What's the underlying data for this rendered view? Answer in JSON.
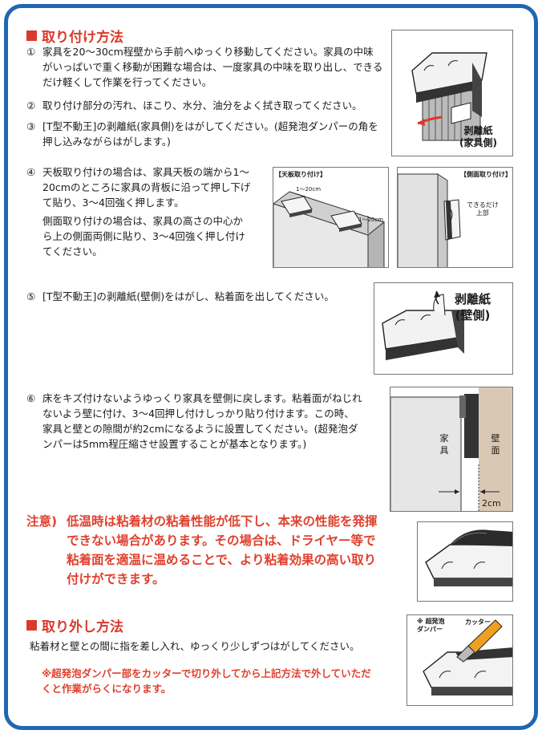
{
  "install": {
    "title": "取り付け方法",
    "step1": {
      "num": "①",
      "text": "家具を20〜30cm程壁から手前へゆっくり移動してください。家具の中味がいっぱいで重く移動が困難な場合は、一度家具の中味を取り出し、できるだけ軽くして作業を行ってください。"
    },
    "step2": {
      "num": "②",
      "text": "取り付け部分の汚れ、ほこり、水分、油分をよく拭き取ってください。"
    },
    "step3": {
      "num": "③",
      "text": "[T型不動王]の剥離紙(家具側)をはがしてください。(超発泡ダンパーの角を押し込みながらはがします。)"
    },
    "step4": {
      "num": "④",
      "text_a": "天板取り付けの場合は、家具天板の端から1〜20cmのところに家具の背板に沿って押し下げて貼り、3〜4回強く押します。",
      "text_b": "側面取り付けの場合は、家具の高さの中心から上の側面両側に貼り、3〜4回強く押し付けてください。"
    },
    "step5": {
      "num": "⑤",
      "text": "[T型不動王]の剥離紙(壁側)をはがし、粘着面を出してください。"
    },
    "step6": {
      "num": "⑥",
      "text": "床をキズ付けないようゆっくり家具を壁側に戻します。粘着面がねじれないよう壁に付け、3〜4回押し付けしっかり貼り付けます。この時、家具と壁との隙間が約2cmになるように設置してください。(超発泡ダンパーは5mm程圧縮させ設置することが基本となります。)"
    }
  },
  "figures": {
    "fig1": {
      "label_line1": "剥離紙",
      "label_line2": "(家具側)"
    },
    "fig_top": {
      "title": "【天板取り付け】",
      "dim1": "1〜20cm",
      "dim2": "1〜20cm"
    },
    "fig_side": {
      "title": "【側面取り付け】",
      "note_line1": "できるだけ",
      "note_line2": "上部"
    },
    "fig5": {
      "label_line1": "剥離紙",
      "label_line2": "(壁側)"
    },
    "fig6": {
      "furniture": "家具",
      "wall": "壁面",
      "gap": "2cm"
    },
    "fig_remove": {
      "damper_line1": "※ 超発泡",
      "damper_line2": "ダンパー",
      "cutter": "カッター"
    }
  },
  "caution": {
    "prefix": "注意)",
    "text": "低温時は粘着材の粘着性能が低下し、本来の性能を発揮できない場合があります。その場合は、ドライヤー等で粘着面を適温に温めることで、より粘着効果の高い取り付けができます。"
  },
  "removal": {
    "title": "取り外し方法",
    "text": "粘着材と壁との間に指を差し入れ、ゆっくり少しずつはがしてください。",
    "note": "※超発泡ダンパー部をカッターで切り外してから上記方法で外していただくと作業がらくになります。"
  },
  "colors": {
    "frame": "#1f66b3",
    "accent_red": "#d93a2b",
    "wall_tan": "#d9c9b4"
  }
}
